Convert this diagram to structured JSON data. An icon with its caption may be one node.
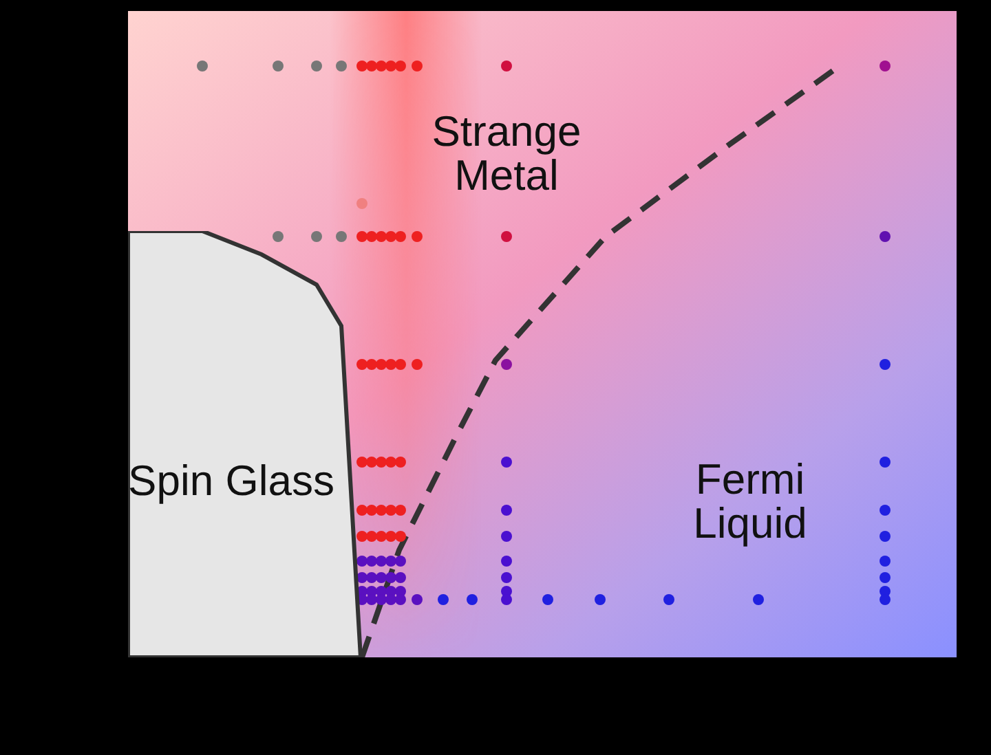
{
  "diagram": {
    "nodes": [
      {
        "text": [
          "Spin Glass"
        ]
      }
    ],
    "labels": [
      "Strange Metal",
      "Fermi Liquid"
    ]
  }
}
